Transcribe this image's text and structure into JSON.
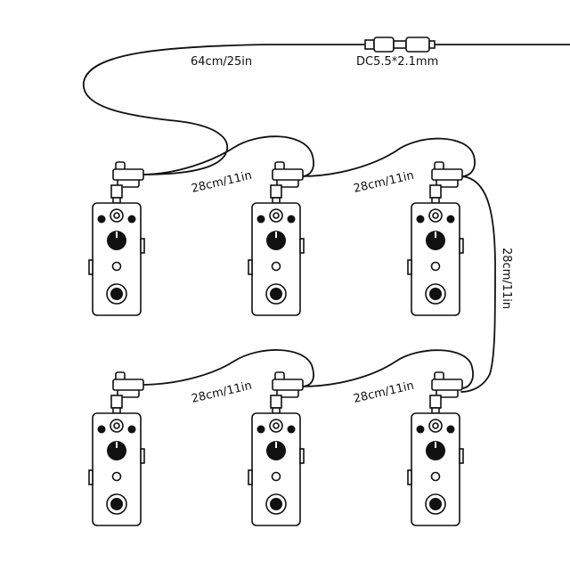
{
  "labels": {
    "main_cable_length": "64cm/25in",
    "connector_size": "DC5.5*2.1mm",
    "link_top_1": "28cm/11in",
    "link_top_2": "28cm/11in",
    "link_vertical": "28cm/11in",
    "link_bottom_1": "28cm/11in",
    "link_bottom_2": "28cm/11in"
  },
  "pedals": [
    {
      "row": "top",
      "position": "left"
    },
    {
      "row": "top",
      "position": "middle"
    },
    {
      "row": "top",
      "position": "right"
    },
    {
      "row": "bottom",
      "position": "left"
    },
    {
      "row": "bottom",
      "position": "middle"
    },
    {
      "row": "bottom",
      "position": "right"
    }
  ]
}
